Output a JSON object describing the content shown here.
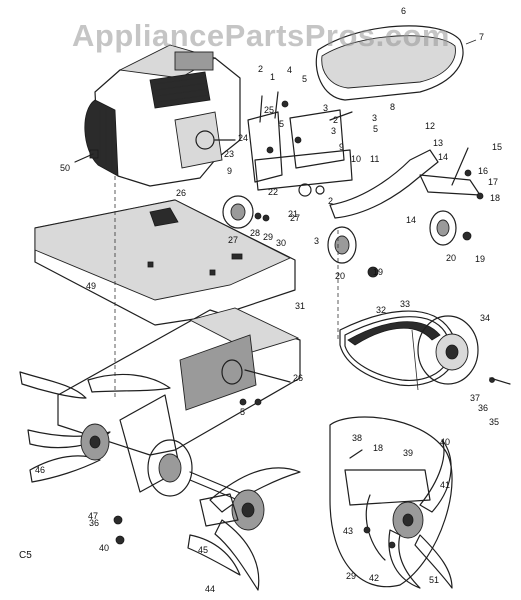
{
  "watermark": "AppliancePartsPros.com",
  "corner_code": "C5",
  "callouts": {
    "n1": "1",
    "n2": "2",
    "n3": "3",
    "n4": "4",
    "n5": "5",
    "n6": "6",
    "n7": "7",
    "n8": "8",
    "n9": "9",
    "n10": "10",
    "n11": "11",
    "n12": "12",
    "n13": "13",
    "n14": "14",
    "n15": "15",
    "n16": "16",
    "n17": "17",
    "n18": "18",
    "n19": "19",
    "n20": "20",
    "n21": "21",
    "n22": "22",
    "n23": "23",
    "n24": "24",
    "n25": "25",
    "n26": "26",
    "n27": "27",
    "n28": "28",
    "n29": "29",
    "n30": "30",
    "n31": "31",
    "n32": "32",
    "n33": "33",
    "n34": "34",
    "n35": "35",
    "n36": "36",
    "n37": "37",
    "n38": "38",
    "n39": "39",
    "n40": "40",
    "n41": "41",
    "n42": "42",
    "n43": "43",
    "n44": "44",
    "n45": "45",
    "n46": "46",
    "n47": "47",
    "n49": "49",
    "n50": "50",
    "n51": "51"
  }
}
